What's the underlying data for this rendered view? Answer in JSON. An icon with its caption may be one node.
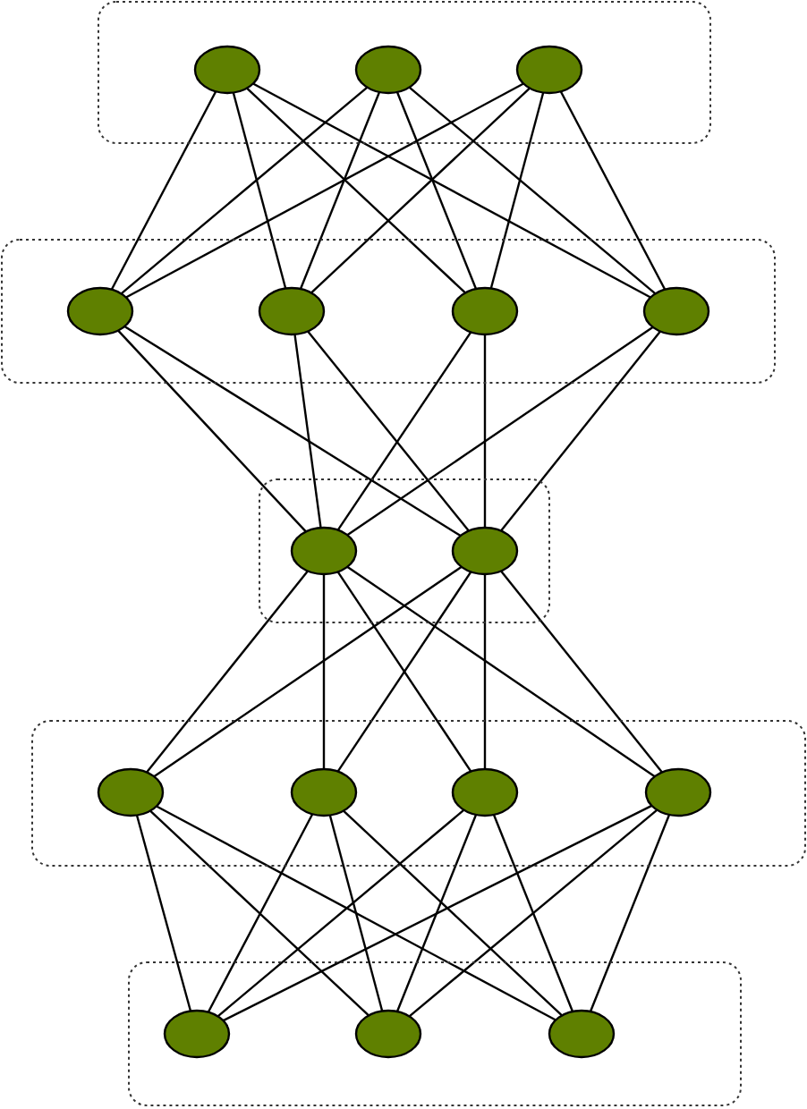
{
  "diagram": {
    "nodes": [
      {
        "text": [],
        "shape": "box"
      },
      {
        "text": [],
        "shape": "ellipse",
        "in": 0
      },
      {
        "text": [],
        "shape": "ellipse",
        "in": 0
      },
      {
        "text": [],
        "shape": "ellipse",
        "in": 0
      },
      {
        "text": [],
        "shape": "box"
      },
      {
        "text": [],
        "shape": "ellipse",
        "in": 4
      },
      {
        "text": [],
        "shape": "ellipse",
        "in": 4
      },
      {
        "text": [],
        "shape": "ellipse",
        "in": 4
      },
      {
        "text": [],
        "shape": "ellipse",
        "in": 4
      },
      {
        "text": [],
        "shape": "box"
      },
      {
        "text": [],
        "shape": "ellipse",
        "in": 9
      },
      {
        "text": [],
        "shape": "ellipse",
        "in": 9
      },
      {
        "text": [],
        "shape": "box"
      },
      {
        "text": [],
        "shape": "ellipse",
        "in": 12
      },
      {
        "text": [],
        "shape": "ellipse",
        "in": 12
      },
      {
        "text": [],
        "shape": "ellipse",
        "in": 12
      },
      {
        "text": [],
        "shape": "ellipse",
        "in": 12
      },
      {
        "text": [],
        "shape": "box"
      },
      {
        "text": [],
        "shape": "ellipse",
        "in": 17
      },
      {
        "text": [],
        "shape": "ellipse",
        "in": 17
      },
      {
        "text": [],
        "shape": "ellipse",
        "in": 17
      }
    ],
    "edges": [
      {
        "from": 1,
        "to": 5,
        "arrow": "none"
      },
      {
        "from": 1,
        "to": 6,
        "arrow": "none"
      },
      {
        "from": 1,
        "to": 7,
        "arrow": "none"
      },
      {
        "from": 1,
        "to": 8,
        "arrow": "none"
      },
      {
        "from": 2,
        "to": 5,
        "arrow": "none"
      },
      {
        "from": 2,
        "to": 6,
        "arrow": "none"
      },
      {
        "from": 2,
        "to": 7,
        "arrow": "none"
      },
      {
        "from": 2,
        "to": 8,
        "arrow": "none"
      },
      {
        "from": 3,
        "to": 5,
        "arrow": "none"
      },
      {
        "from": 3,
        "to": 6,
        "arrow": "none"
      },
      {
        "from": 3,
        "to": 7,
        "arrow": "none"
      },
      {
        "from": 3,
        "to": 8,
        "arrow": "none"
      },
      {
        "from": 5,
        "to": 10,
        "arrow": "none"
      },
      {
        "from": 5,
        "to": 11,
        "arrow": "none"
      },
      {
        "from": 6,
        "to": 10,
        "arrow": "none"
      },
      {
        "from": 6,
        "to": 11,
        "arrow": "none"
      },
      {
        "from": 7,
        "to": 10,
        "arrow": "none"
      },
      {
        "from": 7,
        "to": 11,
        "arrow": "none"
      },
      {
        "from": 8,
        "to": 10,
        "arrow": "none"
      },
      {
        "from": 8,
        "to": 11,
        "arrow": "none"
      },
      {
        "from": 10,
        "to": 13,
        "arrow": "none"
      },
      {
        "from": 10,
        "to": 14,
        "arrow": "none"
      },
      {
        "from": 10,
        "to": 15,
        "arrow": "none"
      },
      {
        "from": 10,
        "to": 16,
        "arrow": "none"
      },
      {
        "from": 11,
        "to": 13,
        "arrow": "none"
      },
      {
        "from": 11,
        "to": 14,
        "arrow": "none"
      },
      {
        "from": 11,
        "to": 15,
        "arrow": "none"
      },
      {
        "from": 11,
        "to": 16,
        "arrow": "none"
      },
      {
        "from": 13,
        "to": 18,
        "arrow": "none"
      },
      {
        "from": 13,
        "to": 19,
        "arrow": "none"
      },
      {
        "from": 13,
        "to": 20,
        "arrow": "none"
      },
      {
        "from": 14,
        "to": 18,
        "arrow": "none"
      },
      {
        "from": 14,
        "to": 19,
        "arrow": "none"
      },
      {
        "from": 14,
        "to": 20,
        "arrow": "none"
      },
      {
        "from": 15,
        "to": 18,
        "arrow": "none"
      },
      {
        "from": 15,
        "to": 19,
        "arrow": "none"
      },
      {
        "from": 15,
        "to": 20,
        "arrow": "none"
      },
      {
        "from": 16,
        "to": 18,
        "arrow": "none"
      },
      {
        "from": 16,
        "to": 19,
        "arrow": "none"
      },
      {
        "from": 16,
        "to": 20,
        "arrow": "none"
      }
    ]
  }
}
